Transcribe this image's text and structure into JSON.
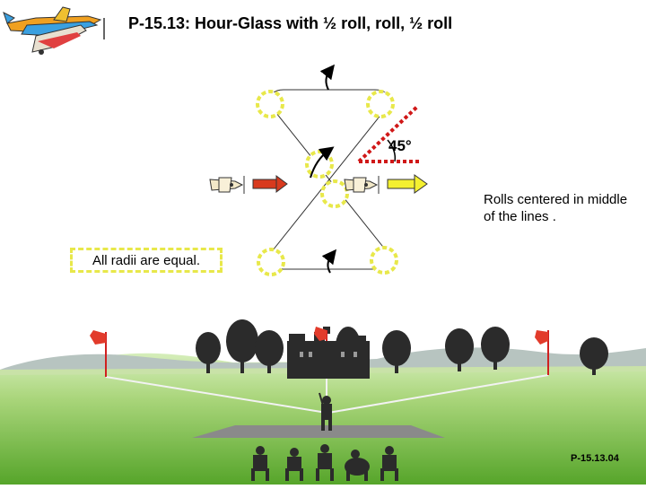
{
  "title": "P-15.13: Hour-Glass with ½ roll, roll, ½ roll",
  "angle_label": "45°",
  "note_rolls": "Rolls centered in middle of the lines .",
  "note_radii": "All radii are equal.",
  "figure_code": "P-15.13.04",
  "colors": {
    "sky": "#ffffff",
    "grass_top": "#c4e3a0",
    "grass_bottom": "#5fae2e",
    "hills": "#b6c2bf",
    "runway": "#8b8b8b",
    "radius_circle": "#e8e84a",
    "entry_arrow": "#d83a1e",
    "exit_arrow": "#f4f030",
    "reference_line": "#d01818",
    "flag": "#e23b2b",
    "tree": "#2a2a2a"
  },
  "icons": [
    "plane-logo-icon",
    "entry-plane-icon",
    "exit-plane-icon",
    "roll-arrow-icon",
    "flag-icon",
    "tree-icon",
    "castle-icon",
    "pilot-icon",
    "judge-icon"
  ]
}
